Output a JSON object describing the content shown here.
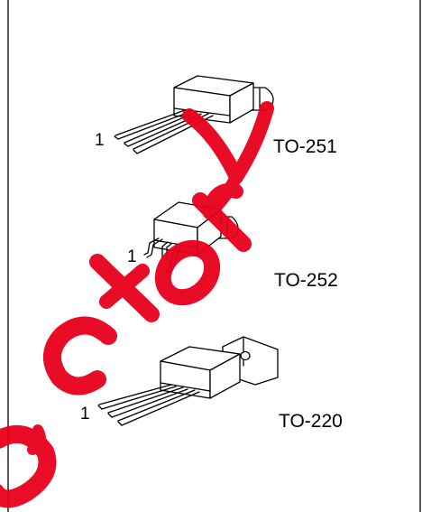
{
  "packages": [
    {
      "name": "TO-251",
      "pin_label": "1"
    },
    {
      "name": "TO-252",
      "pin_label": "1"
    },
    {
      "name": "TO-220",
      "pin_label": "1"
    }
  ],
  "watermark": {
    "text": "ectory",
    "color": "#e8001c"
  }
}
